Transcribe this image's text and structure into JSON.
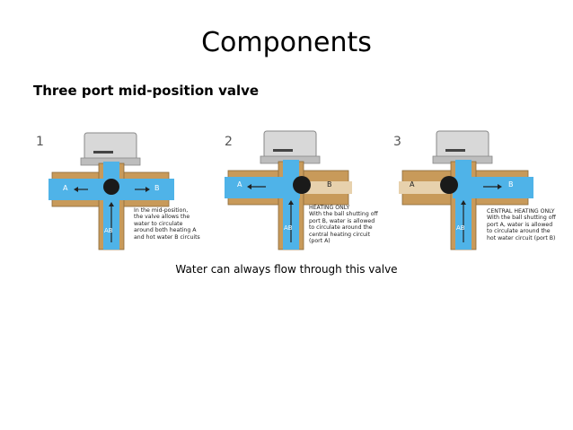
{
  "slide": {
    "title": "Components",
    "subtitle": "Three port mid-position valve",
    "caption": "Water can always flow through this valve"
  },
  "panels": [
    {
      "number": "1",
      "port_a": "A",
      "port_b": "B",
      "port_ab": "AB",
      "note_lines": [
        "In the mid-position,",
        "the valve allows the",
        "water to circulate",
        "around both heating A",
        "and hot water B circuits"
      ]
    },
    {
      "number": "2",
      "port_a": "A",
      "port_b": "B",
      "port_ab": "AB",
      "note_lines": [
        "HEATING ONLY",
        "With the ball shutting off",
        "port B, water is allowed",
        "to circulate around the",
        "central heating circuit",
        "(port A)"
      ]
    },
    {
      "number": "3",
      "port_a": "A",
      "port_b": "B",
      "port_ab": "AB",
      "note_lines": [
        "CENTRAL HEATING ONLY",
        "With the ball shutting off",
        "port A, water is allowed",
        "to circulate around the",
        "hot water circuit (port B)"
      ]
    }
  ],
  "colors": {
    "water": "#4fb3e8",
    "copper": "#c89a5a",
    "ball": "#1a1a1a",
    "actuator": "#d8d8d8"
  }
}
